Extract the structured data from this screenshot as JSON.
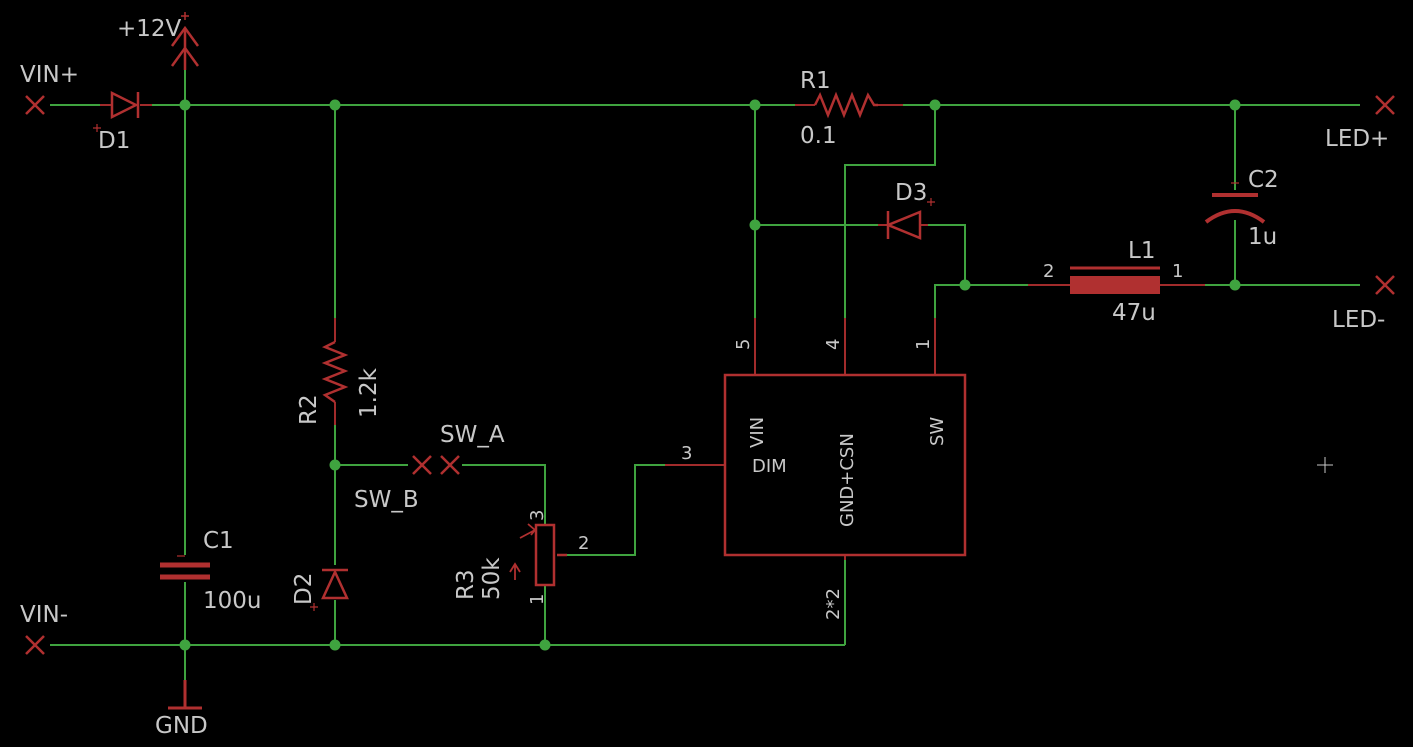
{
  "colors": {
    "background": "#000000",
    "wire": "#3fa33f",
    "symbol": "#b03030",
    "text": "#c8c8c8"
  },
  "nets": {
    "vin_plus": "VIN+",
    "vin_minus": "VIN-",
    "supply": "+12V",
    "gnd": "GND",
    "led_plus": "LED+",
    "led_minus": "LED-",
    "sw_a": "SW_A",
    "sw_b": "SW_B"
  },
  "parts": {
    "d1": "D1",
    "d2": "D2",
    "d3": "D3",
    "r1": {
      "name": "R1",
      "value": "0.1"
    },
    "r2": {
      "name": "R2",
      "value": "1.2k"
    },
    "r3": {
      "name": "R3",
      "value": "50k"
    },
    "c1": {
      "name": "C1",
      "value": "100u"
    },
    "c2": {
      "name": "C2",
      "value": "1u"
    },
    "l1": {
      "name": "L1",
      "value": "47u"
    }
  },
  "ic": {
    "pins": [
      "VIN",
      "DIM",
      "GND+CSN",
      "SW"
    ],
    "pin_numbers": {
      "vin": "5",
      "csn": "4",
      "sw": "1",
      "dim": "3",
      "gnd": "2*2"
    }
  },
  "pin_numbers": {
    "l1_left": "2",
    "l1_right": "1",
    "r3_top": "3",
    "r3_wiper": "2",
    "r3_bottom": "1"
  }
}
